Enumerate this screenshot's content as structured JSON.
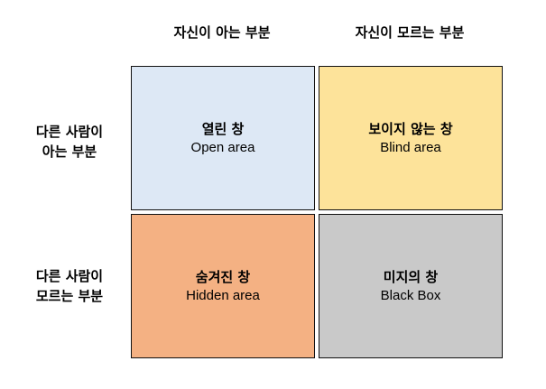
{
  "columns": {
    "self_known": "자신이 아는 부분",
    "self_unknown": "자신이 모르는 부분"
  },
  "rows": {
    "others_known": [
      "다른 사람이",
      "아는 부분"
    ],
    "others_unknown": [
      "다른 사람이",
      "모르는 부분"
    ]
  },
  "cells": {
    "open": {
      "title": "열린 창",
      "subtitle": "Open area",
      "color": "#dde8f5"
    },
    "blind": {
      "title": "보이지 않는 창",
      "subtitle": "Blind area",
      "color": "#fde39a"
    },
    "hidden": {
      "title": "숨겨진 창",
      "subtitle": "Hidden area",
      "color": "#f4b183"
    },
    "unknown": {
      "title": "미지의 창",
      "subtitle": "Black Box",
      "color": "#c9c9c9"
    }
  }
}
